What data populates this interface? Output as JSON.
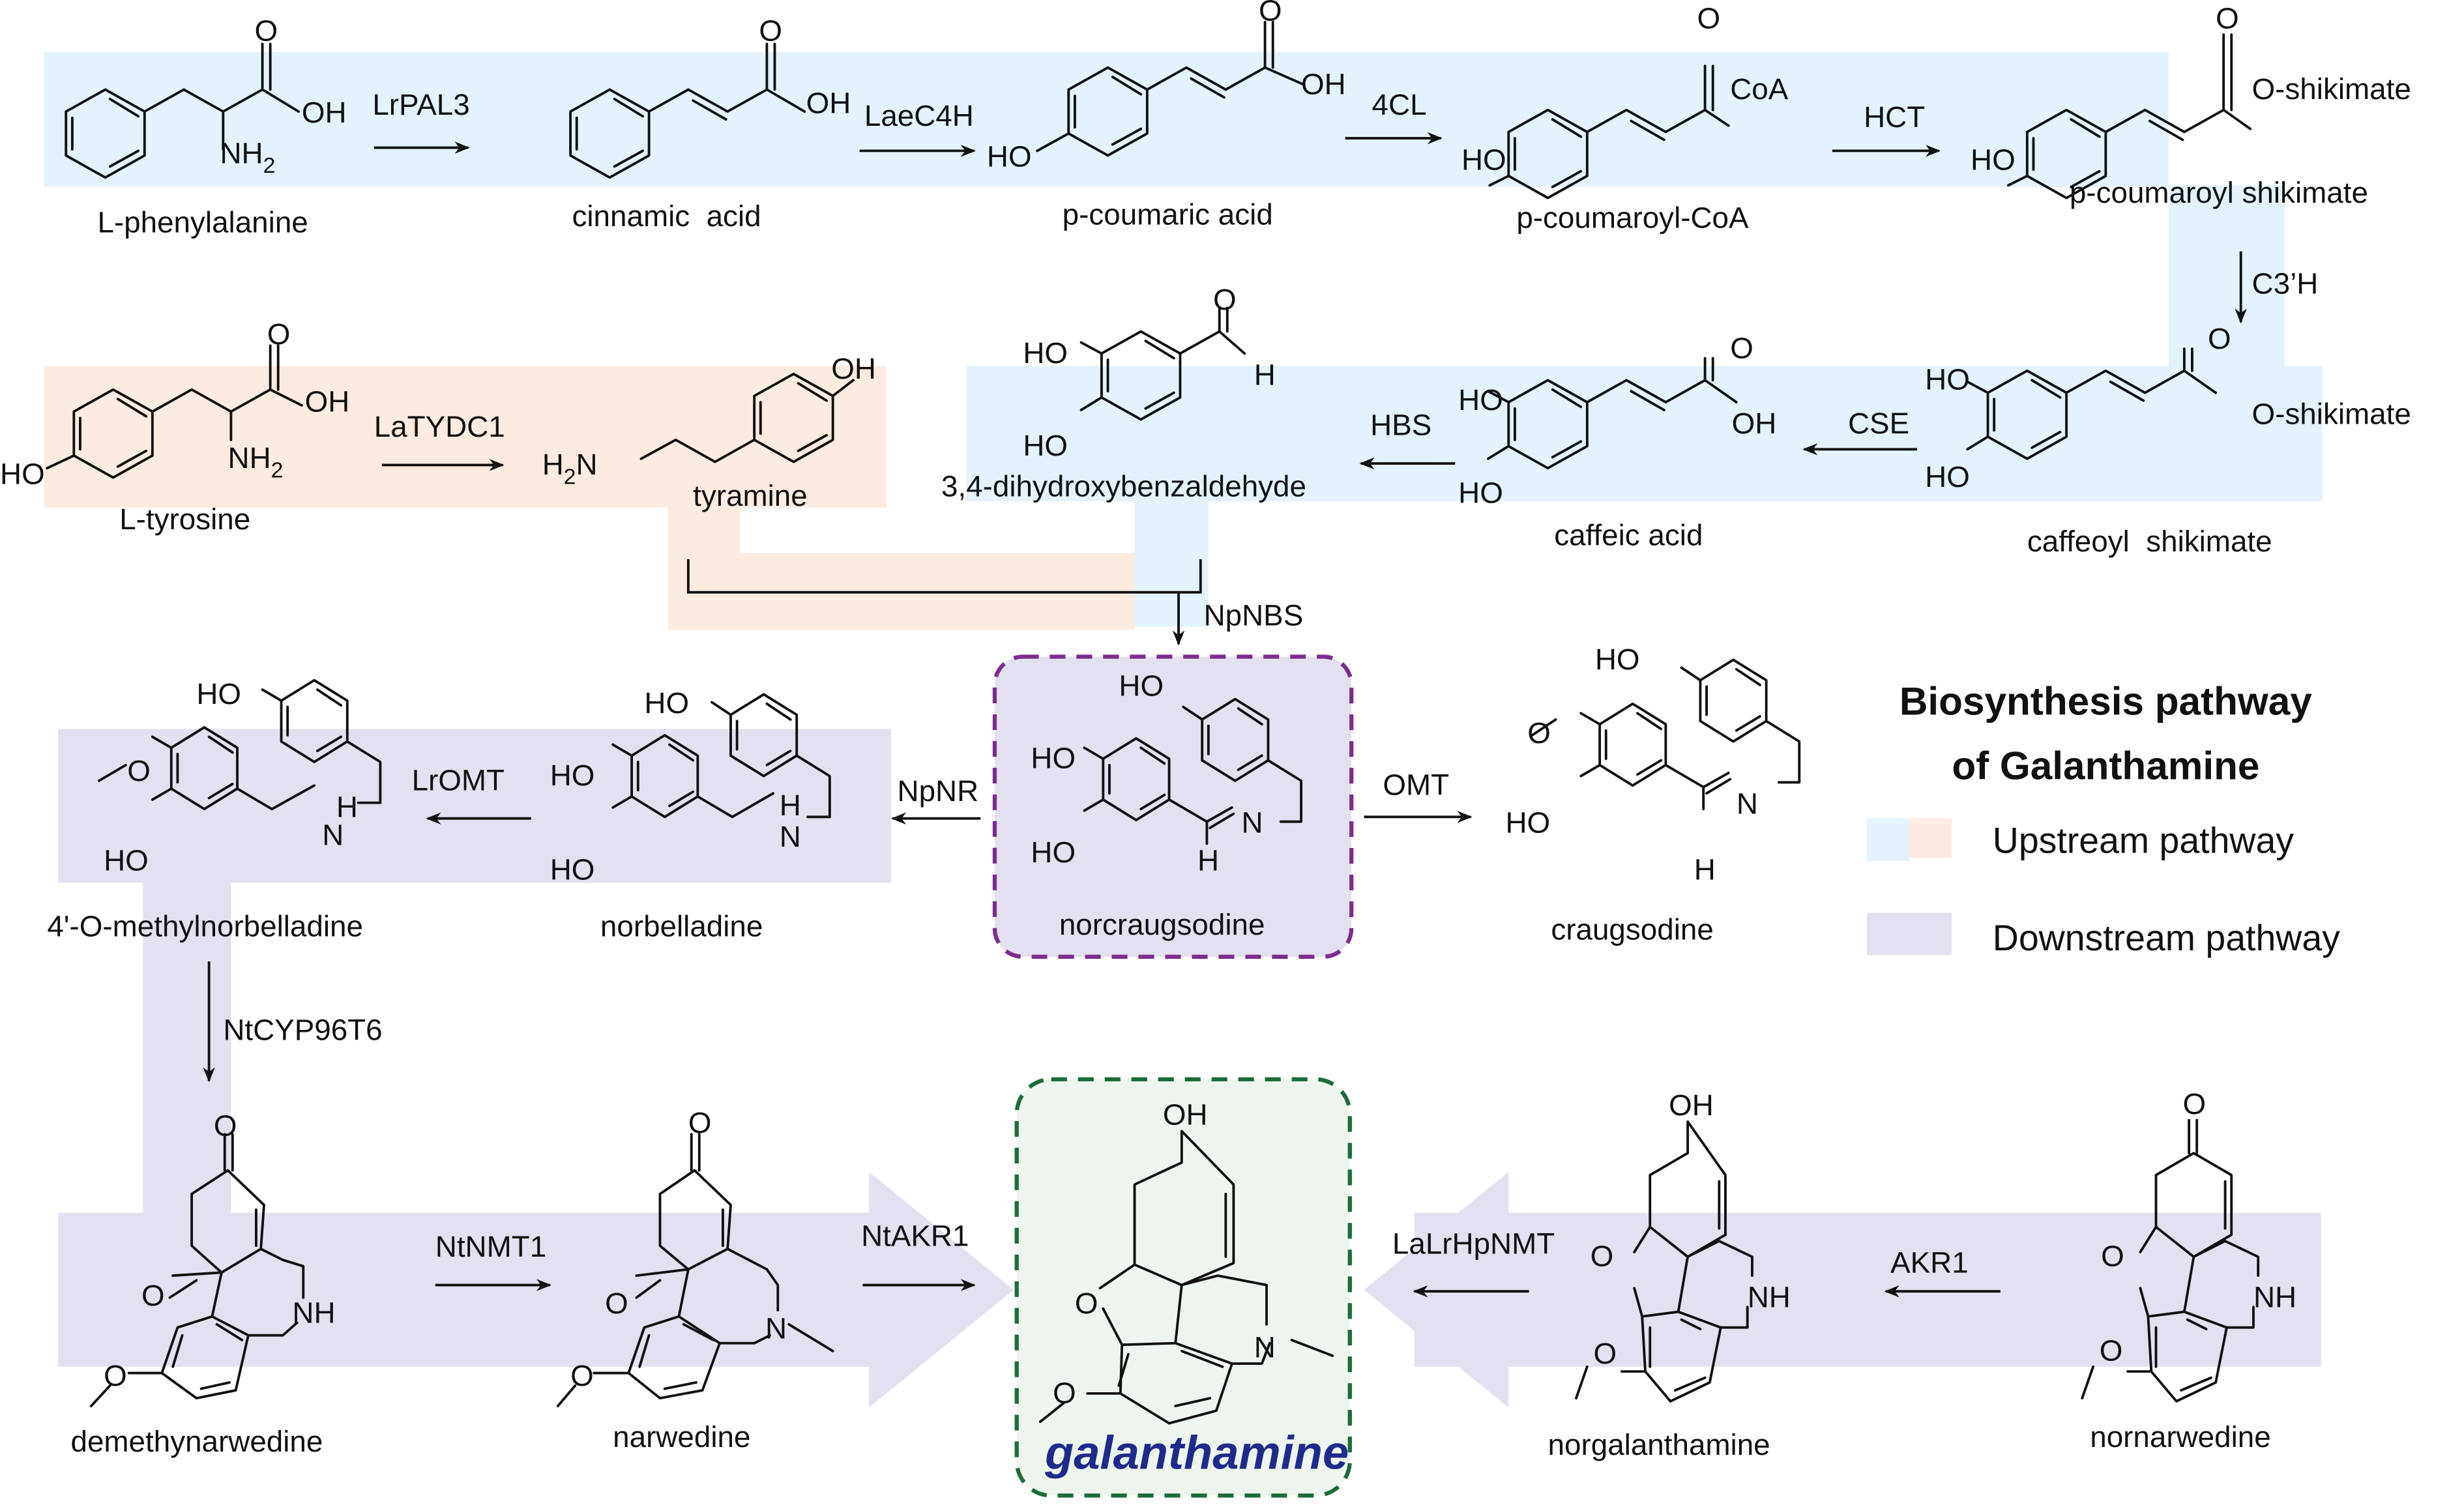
{
  "title": {
    "line1": "Biosynthesis pathway",
    "line2": "of Galanthamine"
  },
  "legend": [
    {
      "label": "Upstream pathway",
      "colors": [
        "#e3f2fb",
        "#fbebe1"
      ]
    },
    {
      "label": "Downstream pathway",
      "colors": [
        "#e3e1f0"
      ]
    }
  ],
  "colors": {
    "upstream_blue": "#e3f2fb",
    "upstream_peach": "#fbebe1",
    "downstream": "#e3e1f0",
    "norcraugsodine_border": "#7b2d8e",
    "galanthamine_border": "#1e6b3a",
    "galanthamine_fill": "#eef5ee",
    "galanthamine_text": "#1f2a8a"
  },
  "compounds": {
    "l_phenylalanine": "L-phenylalanine",
    "cinnamic_acid": "cinnamic  acid",
    "p_coumaric_acid": "p-coumaric acid",
    "p_coumaroyl_coa": "p-coumaroyl-CoA",
    "p_coumaroyl_shikimate": "p-coumaroyl shikimate",
    "caffeoyl_shikimate": "caffeoyl  shikimate",
    "caffeic_acid": "caffeic acid",
    "dihydroxybenzaldehyde": "3,4-dihydroxybenzaldehyde",
    "l_tyrosine": "L-tyrosine",
    "tyramine": "tyramine",
    "norcraugsodine": "norcraugsodine",
    "craugsodine": "craugsodine",
    "norbelladine": "norbelladine",
    "methylnorbelladine": "4'-O-methylnorbelladine",
    "demethynarwedine": "demethynarwedine",
    "narwedine": "narwedine",
    "galanthamine": "galanthamine",
    "norgalanthamine": "norgalanthamine",
    "nornarwedine": "nornarwedine"
  },
  "enzymes": {
    "lrpal3": "LrPAL3",
    "laec4h": "LaeC4H",
    "c4cl": "4CL",
    "hct": "HCT",
    "c3h": "C3’H",
    "cse": "CSE",
    "hbs": "HBS",
    "latydc1": "LaTYDC1",
    "npnbs": "NpNBS",
    "omt": "OMT",
    "npnr": "NpNR",
    "lromt": "LrOMT",
    "ntcyp96t6": "NtCYP96T6",
    "ntnmt1": "NtNMT1",
    "ntakr1": "NtAKR1",
    "lalrhpnmt": "LaLrHpNMT",
    "akr1": "AKR1"
  },
  "atoms": {
    "O": "O",
    "OH": "OH",
    "HO": "HO",
    "NH2": "NH",
    "sub2": "2",
    "H2N_H": "H",
    "H2N_N": "N",
    "CoA": "CoA",
    "O_shikimate": "O-shikimate",
    "H": "H",
    "N": "N",
    "NH": "NH"
  }
}
